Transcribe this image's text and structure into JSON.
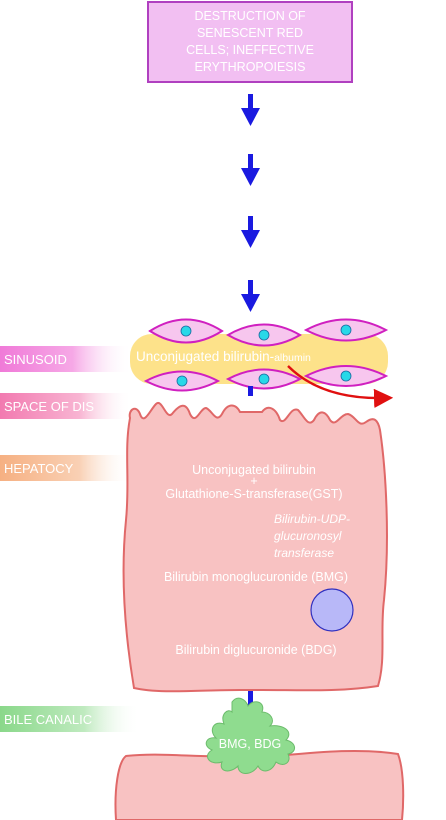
{
  "title_box": {
    "lines": [
      "DESTRUCTION OF",
      "SENESCENT RED",
      "CELLS; INEFFECTIVE",
      "ERYTHROPOIESIS"
    ]
  },
  "side_labels": {
    "sinusoid": "SINUSOID",
    "space_of_disse": "SPACE OF DIS",
    "hepatocyte": "HEPATOCY",
    "bile_canaliculus": "BILE CANALIC"
  },
  "sinusoid_text": {
    "main": "Unconjugated bilirubin-",
    "suffix": "albumin"
  },
  "hepatocyte_text": {
    "unconjugated": "Unconjugated bilirubin",
    "plus": "+",
    "gst": "Glutathione-S-transferase(GST)",
    "enzyme_lines": [
      "Bilirubin-UDP-",
      "glucuronosyl",
      "transferase"
    ],
    "bmg": "Bilirubin monoglucuronide (BMG)",
    "bdg": "Bilirubin diglucuronide (BDG)"
  },
  "canaliculus_text": "BMG, BDG",
  "colors": {
    "box_fill": "#f2bff2",
    "box_border": "#b040c0",
    "arrow": "#1a1ae0",
    "sinusoid_band": "#fde28a",
    "rbc_fill": "#f7c6ee",
    "rbc_border": "#d020c0",
    "nucleus": "#28d8e8",
    "hepatocyte_fill": "#f8c2c2",
    "hepatocyte_border": "#e06868",
    "red_arrow": "#e01010",
    "bile_fill": "#8fdc8f",
    "nucleus_fill": "#b8b8f8",
    "nucleus_border": "#3030c0"
  }
}
